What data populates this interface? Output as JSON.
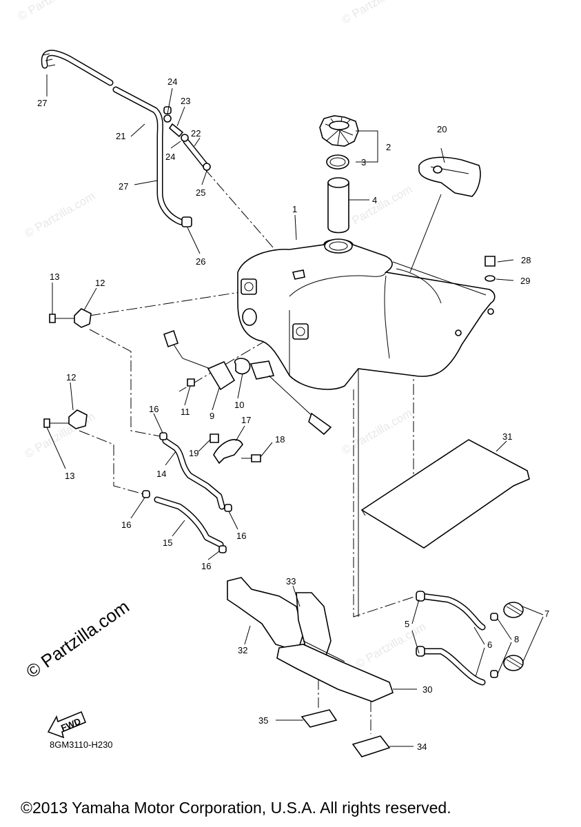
{
  "watermark": "© Partzilla.com",
  "side_watermark": "© Partzilla.com",
  "reference_code": "8GM3110-H230",
  "fwd_label": "FWD",
  "copyright": "©2013 Yamaha Motor Corporation, U.S.A. All rights reserved.",
  "callouts": {
    "c1": "1",
    "c2": "2",
    "c3": "3",
    "c4": "4",
    "c5": "5",
    "c6": "6",
    "c7": "7",
    "c8": "8",
    "c9": "9",
    "c10": "10",
    "c11": "11",
    "c12a": "12",
    "c12b": "12",
    "c13a": "13",
    "c13b": "13",
    "c14": "14",
    "c15": "15",
    "c16a": "16",
    "c16b": "16",
    "c16c": "16",
    "c16d": "16",
    "c17": "17",
    "c18": "18",
    "c19": "19",
    "c20": "20",
    "c21": "21",
    "c22": "22",
    "c23": "23",
    "c24a": "24",
    "c24b": "24",
    "c25": "25",
    "c26": "26",
    "c27a": "27",
    "c27b": "27",
    "c28": "28",
    "c29": "29",
    "c30": "30",
    "c31": "31",
    "c32": "32",
    "c33": "33",
    "c34": "34",
    "c35": "35"
  }
}
